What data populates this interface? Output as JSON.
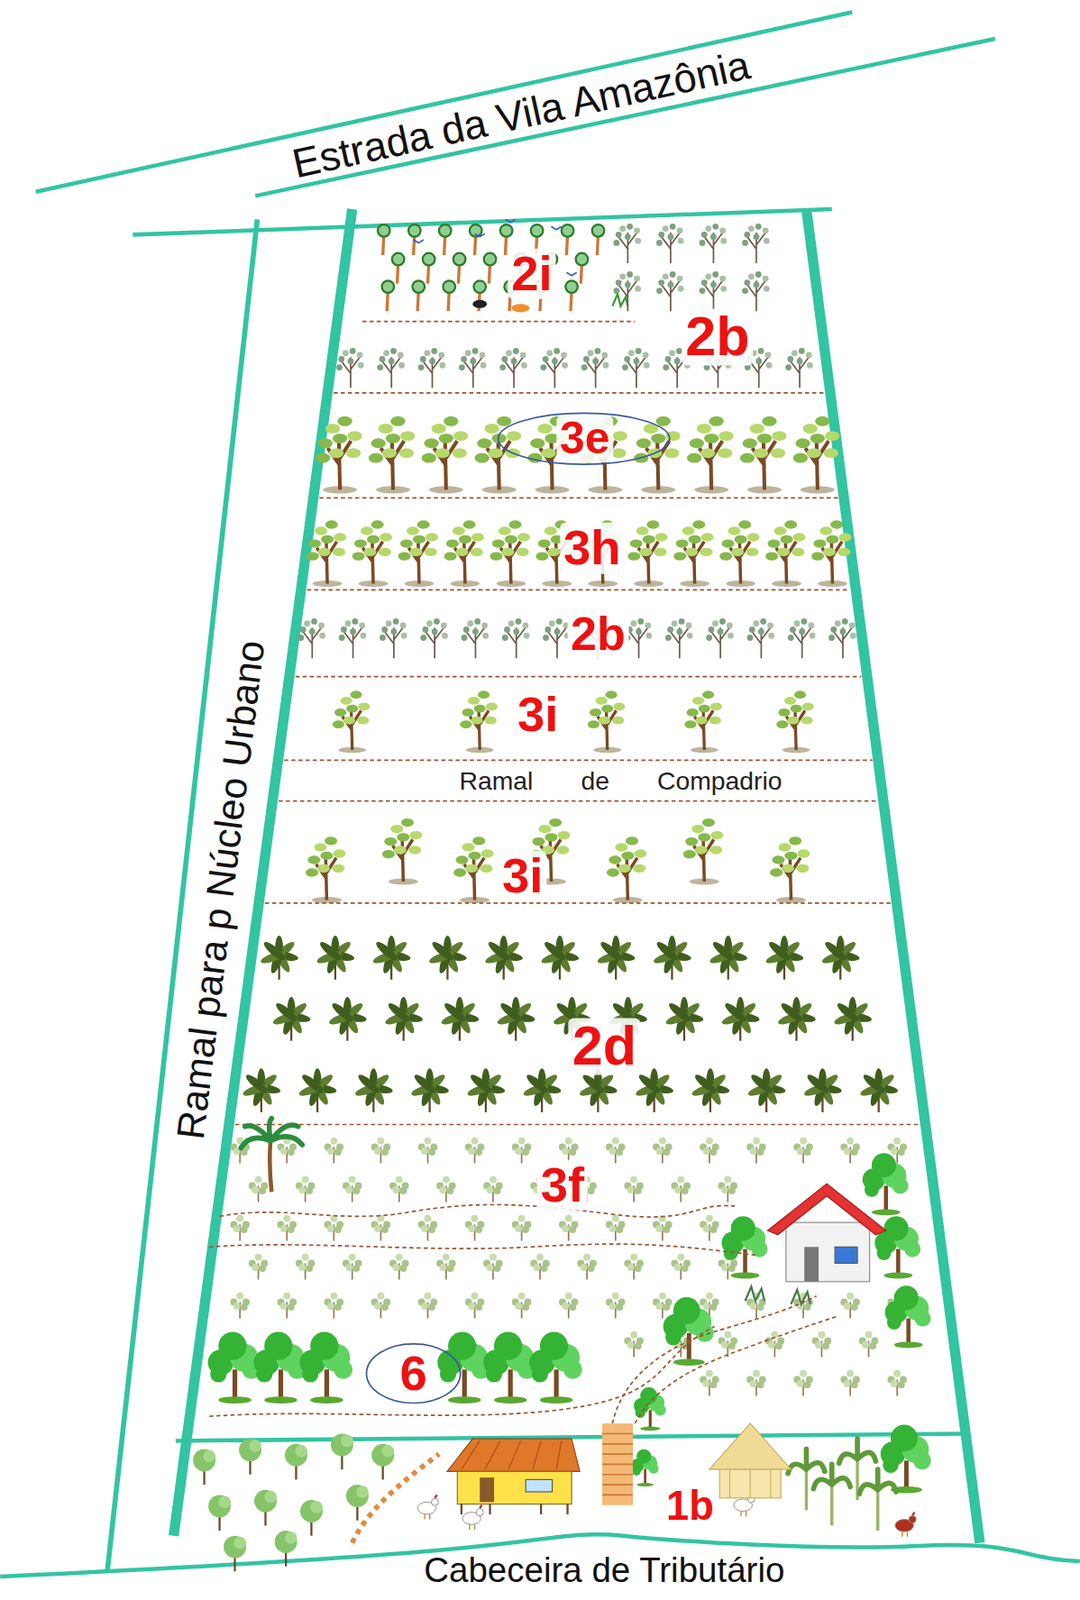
{
  "diagram": {
    "labels": [
      "Estrada da Vila Amazônia",
      "2i",
      "2b",
      "3e",
      "3h",
      "2b",
      "3i",
      "Ramal de Compadrio",
      "3i",
      "2d",
      "3f",
      "6",
      "1b",
      "Ramal para p Núcleo Urbano",
      "Cabeceira de Tributário"
    ]
  }
}
